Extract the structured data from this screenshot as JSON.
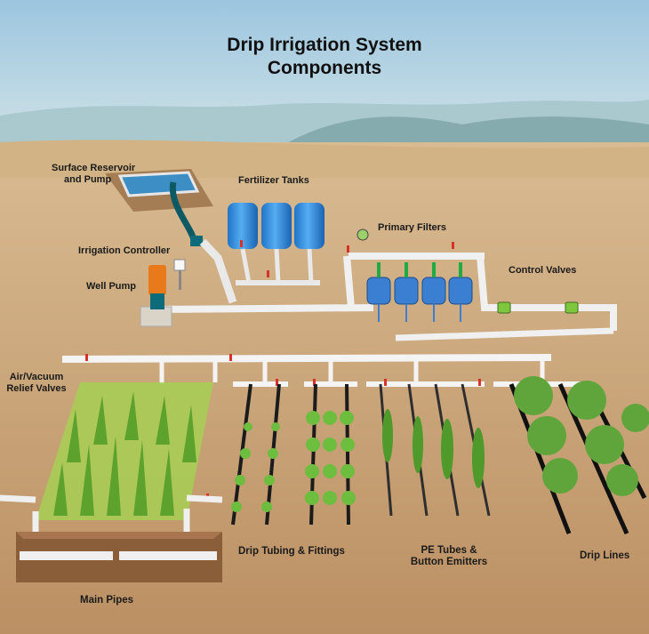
{
  "title_line1": "Drip Irrigation System",
  "title_line2": "Components",
  "labels": {
    "surface_reservoir_line1": "Surface Reservoir",
    "surface_reservoir_line2": "and Pump",
    "fertilizer_tanks": "Fertilizer Tanks",
    "primary_filters": "Primary Filters",
    "irrigation_controller": "Irrigation Controller",
    "well_pump": "Well Pump",
    "control_valves": "Control Valves",
    "air_vacuum_line1": "Air/Vacuum",
    "air_vacuum_line2": "Relief Valves",
    "drip_tubing": "Drip Tubing & Fittings",
    "pe_tubes_line1": "PE Tubes &",
    "pe_tubes_line2": "Button Emitters",
    "drip_lines": "Drip Lines",
    "main_pipes": "Main Pipes"
  },
  "colors": {
    "sky": "#b9d6e6",
    "mountain": "#8fb4b8",
    "soil": "#c9a57a",
    "pipe": "#f2f2f2",
    "tank": "#2f8fe0",
    "filter": "#3a7fd1",
    "valve_red": "#d8312a",
    "plant": "#7fc24a",
    "dark_tube": "#1b1b1b"
  }
}
